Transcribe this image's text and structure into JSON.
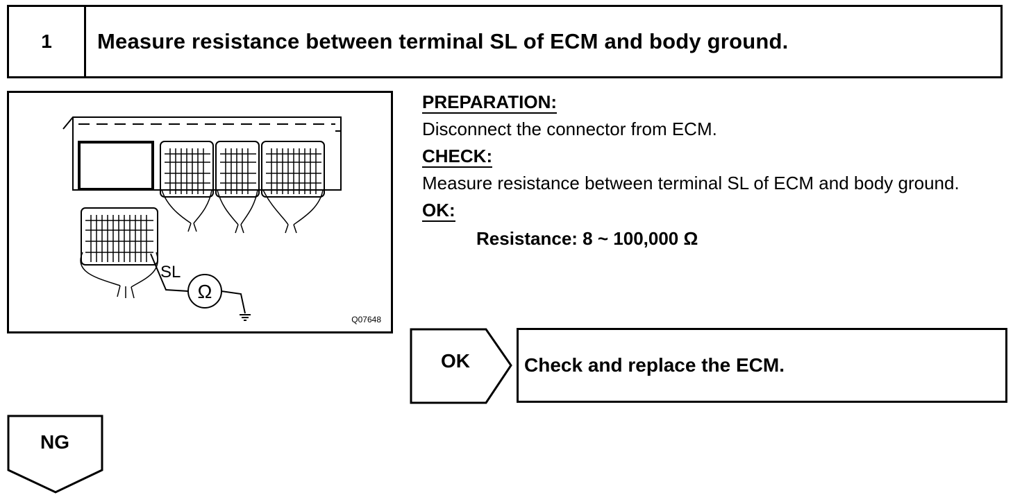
{
  "step": {
    "number": "1",
    "title": "Measure resistance between terminal SL of ECM and body ground."
  },
  "figure": {
    "terminal_label": "SL",
    "meter_symbol": "Ω",
    "code": "Q07648"
  },
  "instructions": {
    "preparation_heading": "PREPARATION:",
    "preparation_text": "Disconnect the connector from ECM.",
    "check_heading": "CHECK:",
    "check_text": "Measure resistance between terminal SL of ECM and body ground.",
    "ok_heading": "OK:",
    "spec": "Resistance: 8 ~ 100,000 Ω"
  },
  "ok_branch": {
    "label": "OK",
    "action": "Check and replace the ECM."
  },
  "ng_branch": {
    "label": "NG"
  }
}
